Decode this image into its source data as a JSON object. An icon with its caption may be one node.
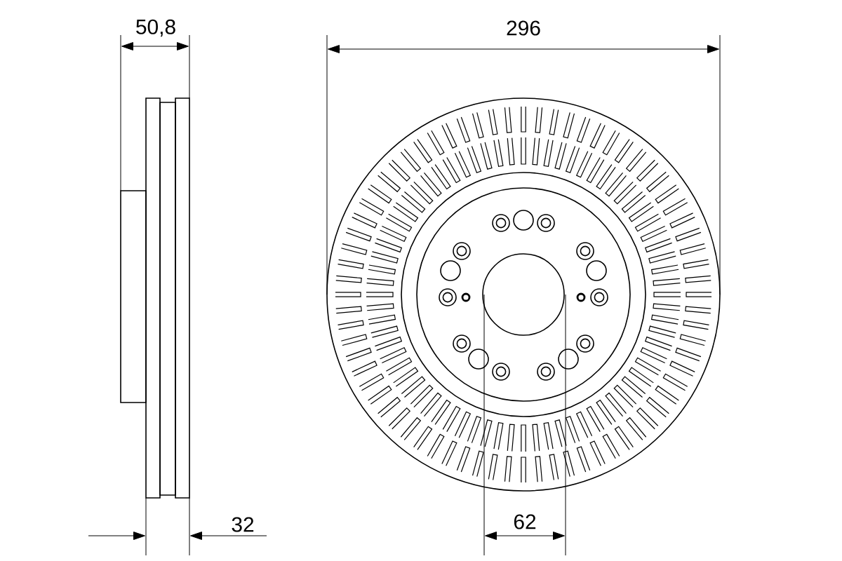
{
  "diagram": {
    "labels": [
      "50,8",
      "296",
      "32",
      "62"
    ]
  }
}
